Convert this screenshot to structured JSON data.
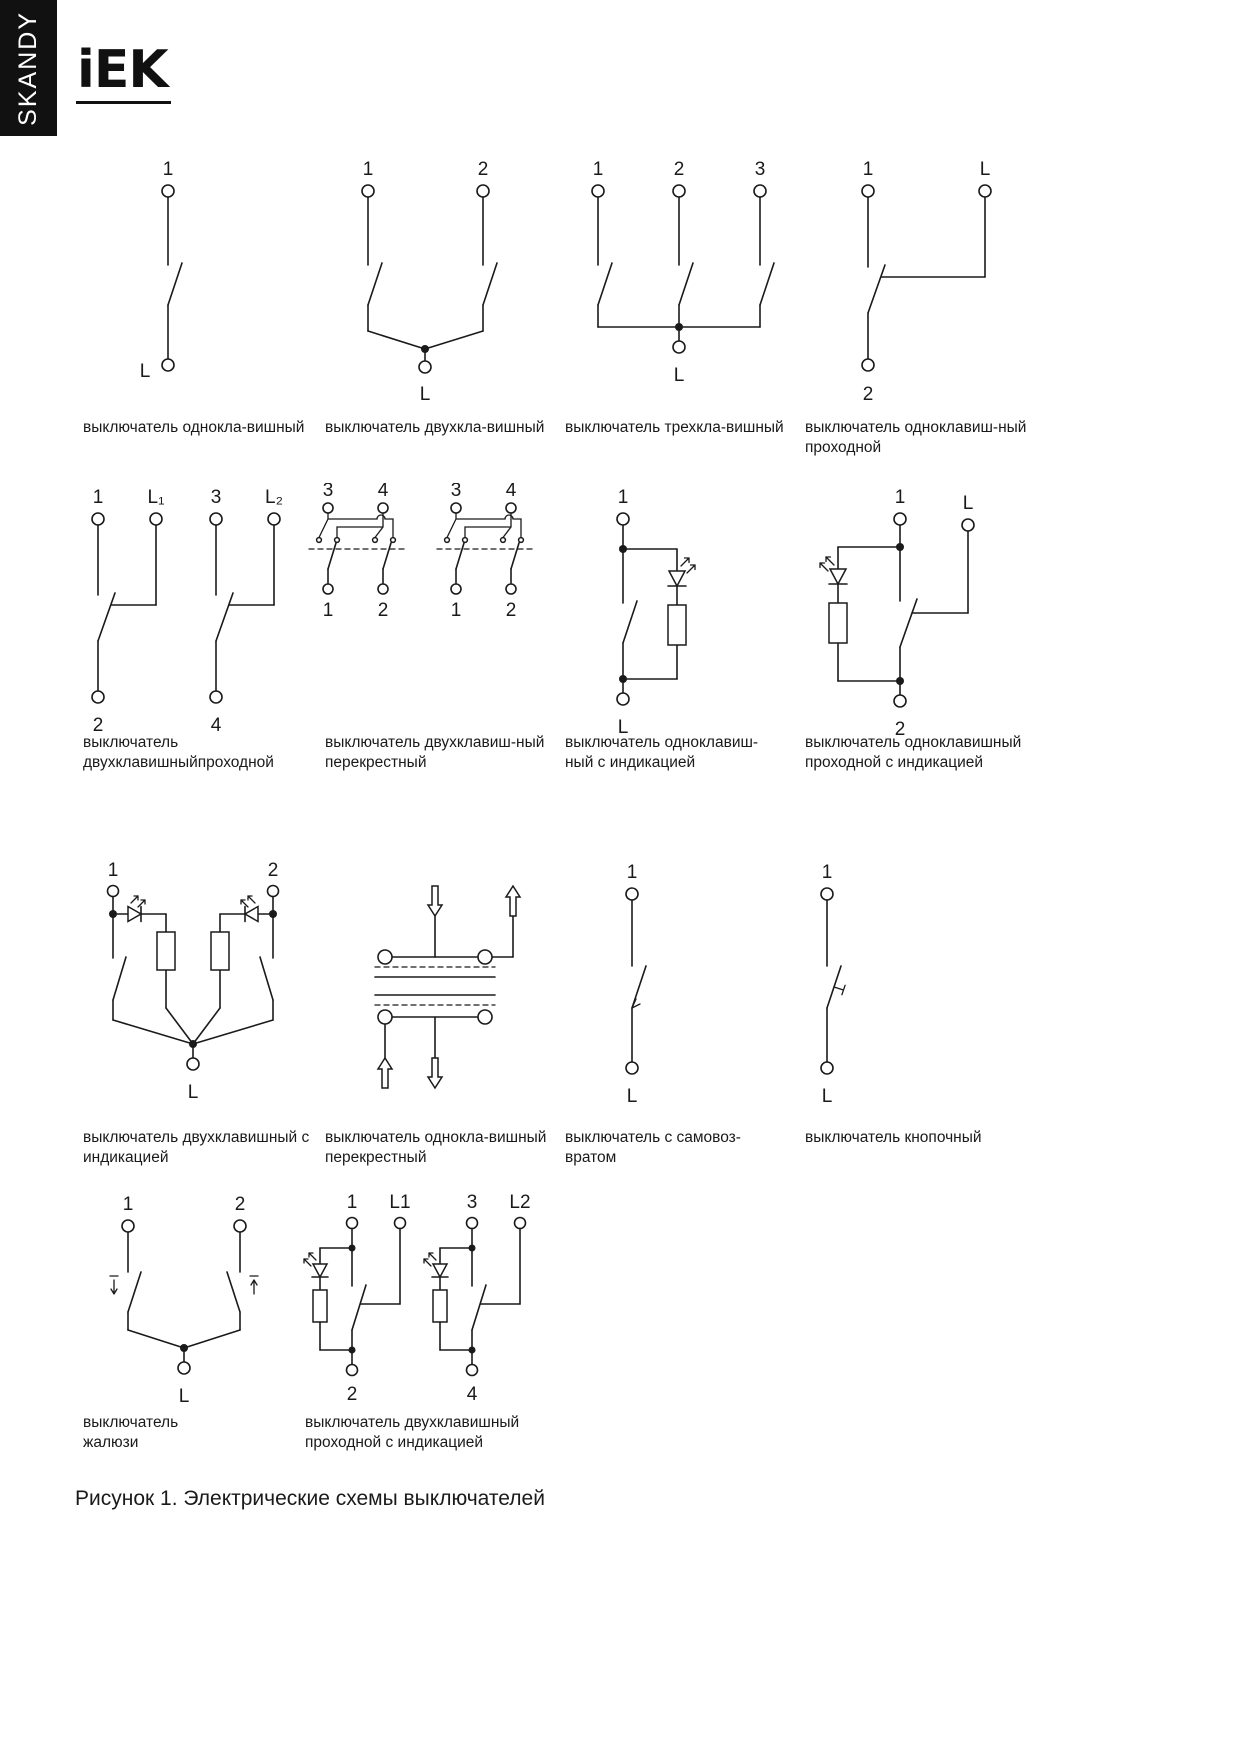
{
  "colors": {
    "ink": "#1a1a1a",
    "paper": "#ffffff",
    "brand_bar": "#111111"
  },
  "page": {
    "brand_vertical": "SKANDY",
    "logo_text": "iEK",
    "figure_caption": "Рисунок 1. Электрические схемы выключателей"
  },
  "diagrams": {
    "d1": {
      "caption": "выключатель однокла-вишный",
      "labels": {
        "t1": "1",
        "b1": "L"
      }
    },
    "d2": {
      "caption": "выключатель двухкла-вишный",
      "labels": {
        "t1": "1",
        "t2": "2",
        "b1": "L"
      }
    },
    "d3": {
      "caption": "выключатель трехкла-вишный",
      "labels": {
        "t1": "1",
        "t2": "2",
        "t3": "3",
        "b1": "L"
      }
    },
    "d4": {
      "caption": "выключатель одноклавиш-ный\nпроходной",
      "labels": {
        "t1": "1",
        "t2": "L",
        "b1": "2"
      }
    },
    "d5": {
      "caption": "выключатель\nдвухклавишныйпроходной",
      "labels": {
        "t1": "1",
        "t2": "L₁",
        "t3": "3",
        "t4": "L₂",
        "b1": "2",
        "b2": "4"
      }
    },
    "d6": {
      "caption": "выключатель двухклавиш-ный\nперекрестный",
      "labels": {
        "t1": "3",
        "t2": "4",
        "b1": "1",
        "b2": "2"
      }
    },
    "d7": {
      "caption": "выключатель одноклавиш-\nный с индикацией",
      "labels": {
        "t1": "1",
        "b1": "L"
      }
    },
    "d8": {
      "caption": "выключатель одноклавишный\nпроходной с индикацией",
      "labels": {
        "t1": "1",
        "t2": "L",
        "b1": "2"
      }
    },
    "d9": {
      "caption": "выключатель двухклавишный с\nиндикацией",
      "labels": {
        "t1": "1",
        "t2": "2",
        "b1": "L"
      }
    },
    "d10": {
      "caption": "выключатель однокла-вишный\nперекрестный",
      "labels": {}
    },
    "d11": {
      "caption": "выключатель с самовоз-\nвратом",
      "labels": {
        "t1": "1",
        "b1": "L"
      }
    },
    "d12": {
      "caption": "выключатель кнопочный",
      "labels": {
        "t1": "1",
        "b1": "L"
      }
    },
    "d13": {
      "caption": "выключатель\nжалюзи",
      "labels": {
        "t1": "1",
        "t2": "2",
        "b1": "L"
      }
    },
    "d14": {
      "caption": "выключатель двухклавишный\nпроходной с индикацией",
      "labels": {
        "t1": "1",
        "t2": "L1",
        "t3": "3",
        "t4": "L2",
        "b1": "2",
        "b2": "4"
      }
    }
  }
}
